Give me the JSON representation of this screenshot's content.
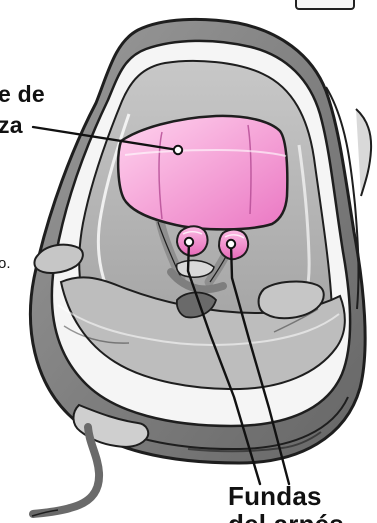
{
  "labels": {
    "headrest_line1": "e de",
    "headrest_line2": "za",
    "side_fragment": "o.",
    "harness_line1": "Fundas",
    "harness_line2": "del arnés"
  },
  "colors": {
    "accent_pink": "#e85bb8",
    "pad_pink": "#f7a8d9",
    "outline": "#1e1e1e",
    "seat_dark": "#7b7b7b",
    "seat_mid": "#a6a6a6",
    "seat_light": "#d6d6d6"
  }
}
